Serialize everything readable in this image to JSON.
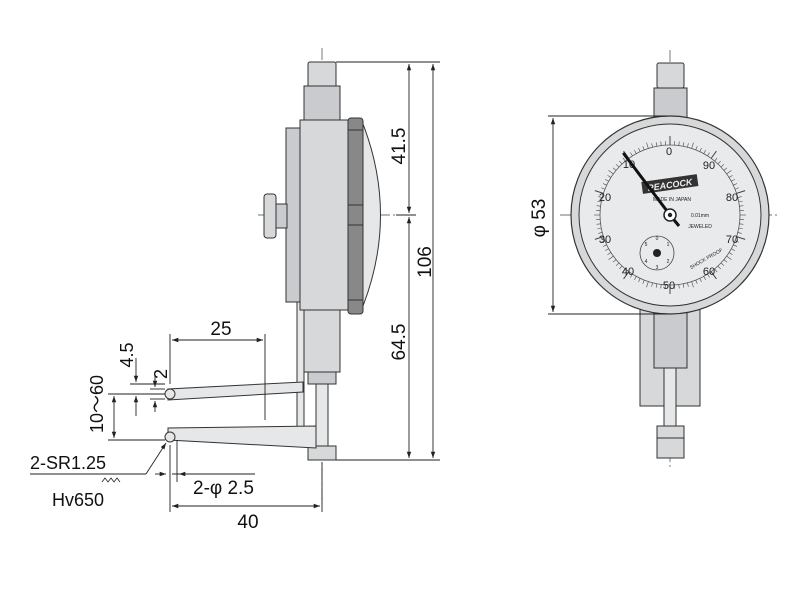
{
  "side_view": {
    "dimensions": {
      "total_height": "106",
      "upper_height": "41.5",
      "lower_height": "64.5",
      "arm_reach": "25",
      "overall_reach": "40",
      "jaw_gap": "10～60",
      "offset": "4.5",
      "tip_width": "2",
      "contact_radius": "2-SR1.25",
      "contact_diameter": "2-φ 2.5",
      "hardness": "Hv650"
    }
  },
  "front_view": {
    "diameter_label": "φ 53",
    "dial": {
      "brand": "PEACOCK",
      "made_in": "MADE IN JAPAN",
      "resolution": "0.01mm",
      "jeweled": "JEWELED",
      "shockproof": "SHOCK PROOF",
      "main_numbers": [
        "0",
        "10",
        "20",
        "30",
        "40",
        "50",
        "60",
        "70",
        "80",
        "90"
      ],
      "sub_numbers": [
        "0",
        "1",
        "2",
        "3",
        "4",
        "5"
      ]
    }
  },
  "colors": {
    "body": "#d6d8da",
    "dial_face": "#e9eaeb",
    "line": "#222222"
  }
}
